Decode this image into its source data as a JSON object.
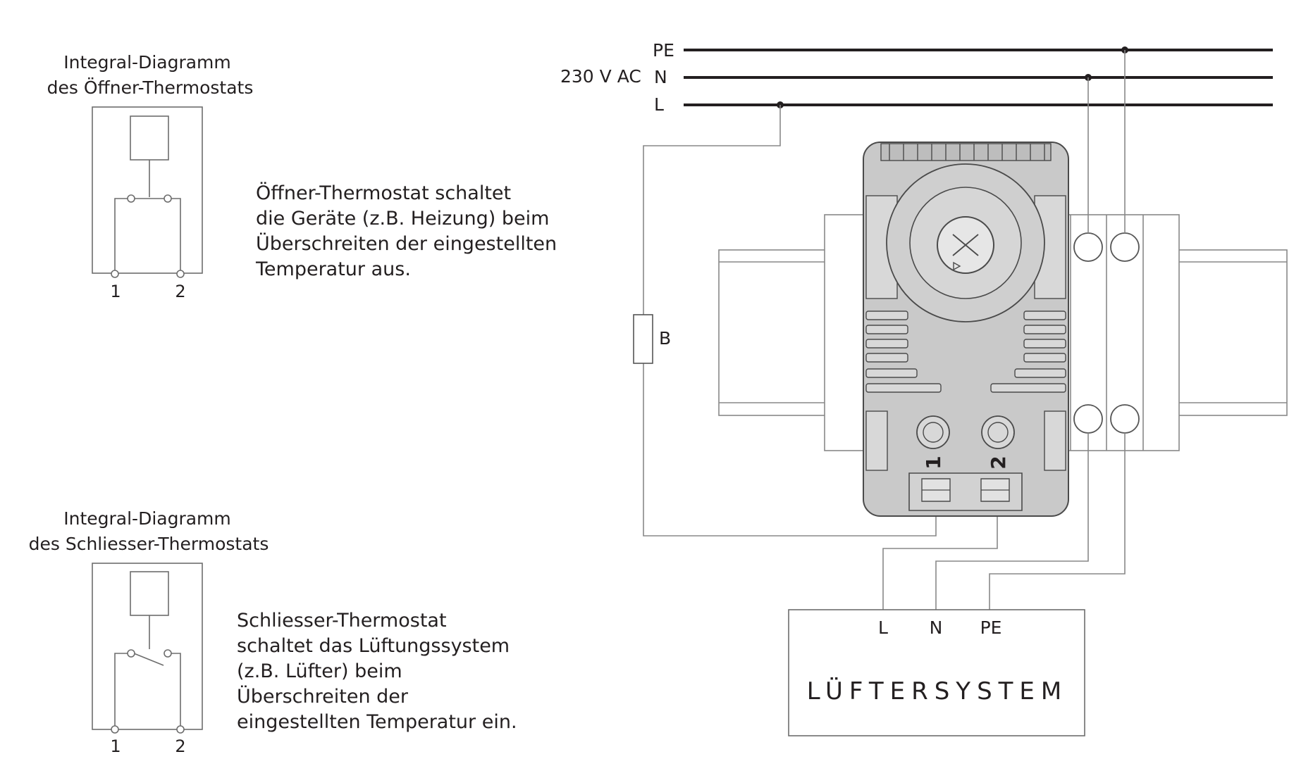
{
  "integral_top": {
    "title_line1": "Integral-Diagramm",
    "title_line2": "des Öffner-Thermostats",
    "terminal_1": "1",
    "terminal_2": "2"
  },
  "description_top": [
    "Öffner-Thermostat schaltet",
    "die Geräte (z.B. Heizung) beim",
    "Überschreiten der eingestellten",
    "Temperatur aus."
  ],
  "integral_bottom": {
    "title_line1": "Integral-Diagramm",
    "title_line2": "des Schliesser-Thermostats",
    "terminal_1": "1",
    "terminal_2": "2"
  },
  "description_bottom": [
    "Schliesser-Thermostat",
    "schaltet das Lüftungssystem",
    "(z.B. Lüfter) beim",
    "Überschreiten der",
    "eingestellten Temperatur ein."
  ],
  "supply": {
    "voltage": "230 V AC",
    "pe": "PE",
    "n": "N",
    "l": "L"
  },
  "fuse_label": "B",
  "thermostat_terminals": {
    "t1": "1",
    "t2": "2"
  },
  "fan_system": {
    "name": "LÜFTERSYSTEM",
    "l": "L",
    "n": "N",
    "pe": "PE"
  }
}
